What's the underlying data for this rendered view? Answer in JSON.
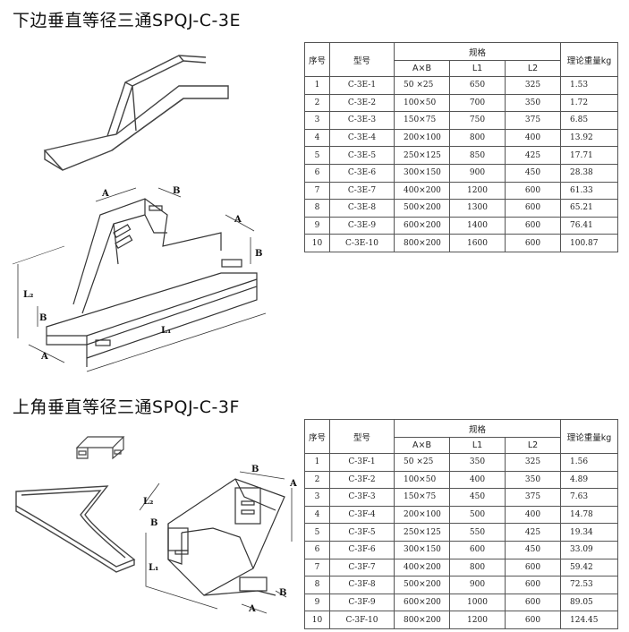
{
  "sections": [
    {
      "title": "下边垂直等径三通SPQJ-C-3E",
      "dim_labels": {
        "A_top": "A",
        "B_top": "B",
        "A_right": "A",
        "B_right": "B",
        "L2": "L₂",
        "B_left": "B",
        "A_bottom": "A",
        "L1": "L₁"
      },
      "table": {
        "headers": {
          "no": "序号",
          "model": "型号",
          "spec": "规格",
          "weight": "理论重量kg",
          "axb": "A×B",
          "l1": "L1",
          "l2": "L2"
        },
        "rows": [
          [
            "1",
            "C-3E-1",
            "50 ×25",
            "650",
            "325",
            "1.53"
          ],
          [
            "2",
            "C-3E-2",
            "100×50",
            "700",
            "350",
            "1.72"
          ],
          [
            "3",
            "C-3E-3",
            "150×75",
            "750",
            "375",
            "6.85"
          ],
          [
            "4",
            "C-3E-4",
            "200×100",
            "800",
            "400",
            "13.92"
          ],
          [
            "5",
            "C-3E-5",
            "250×125",
            "850",
            "425",
            "17.71"
          ],
          [
            "6",
            "C-3E-6",
            "300×150",
            "900",
            "450",
            "28.38"
          ],
          [
            "7",
            "C-3E-7",
            "400×200",
            "1200",
            "600",
            "61.33"
          ],
          [
            "8",
            "C-3E-8",
            "500×200",
            "1300",
            "600",
            "65.21"
          ],
          [
            "9",
            "C-3E-9",
            "600×200",
            "1400",
            "600",
            "76.41"
          ],
          [
            "10",
            "C-3E-10",
            "800×200",
            "1600",
            "600",
            "100.87"
          ]
        ]
      }
    },
    {
      "title": "上角垂直等径三通SPQJ-C-3F",
      "dim_labels": {
        "B_top": "B",
        "A_right": "A",
        "L2": "L₂",
        "B_left": "B",
        "L1": "L₁",
        "A_bottom": "A",
        "B_bottom": "B"
      },
      "table": {
        "headers": {
          "no": "序号",
          "model": "型号",
          "spec": "规格",
          "weight": "理论重量kg",
          "axb": "A×B",
          "l1": "L1",
          "l2": "L2"
        },
        "rows": [
          [
            "1",
            "C-3F-1",
            "50 ×25",
            "350",
            "325",
            "1.56"
          ],
          [
            "2",
            "C-3F-2",
            "100×50",
            "400",
            "350",
            "4.89"
          ],
          [
            "3",
            "C-3F-3",
            "150×75",
            "450",
            "375",
            "7.63"
          ],
          [
            "4",
            "C-3F-4",
            "200×100",
            "500",
            "400",
            "14.78"
          ],
          [
            "5",
            "C-3F-5",
            "250×125",
            "550",
            "425",
            "19.34"
          ],
          [
            "6",
            "C-3F-6",
            "300×150",
            "600",
            "450",
            "33.09"
          ],
          [
            "7",
            "C-3F-7",
            "400×200",
            "800",
            "600",
            "59.42"
          ],
          [
            "8",
            "C-3F-8",
            "500×200",
            "900",
            "600",
            "72.53"
          ],
          [
            "9",
            "C-3F-9",
            "600×200",
            "1000",
            "600",
            "89.05"
          ],
          [
            "10",
            "C-3F-10",
            "800×200",
            "1200",
            "600",
            "124.45"
          ]
        ]
      }
    }
  ]
}
